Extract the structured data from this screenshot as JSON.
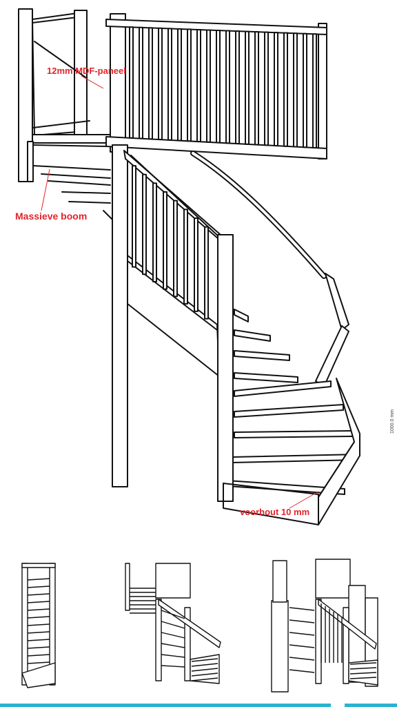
{
  "annotations": {
    "panel": "12mm MDF-paneel",
    "stringer": "Massieve boom",
    "nosing": "voorhout 10 mm"
  },
  "dimension": "1000.0 mm",
  "colors": {
    "annotation": "#e0242b",
    "line": "#111111",
    "accent": "#2ab3d0"
  }
}
